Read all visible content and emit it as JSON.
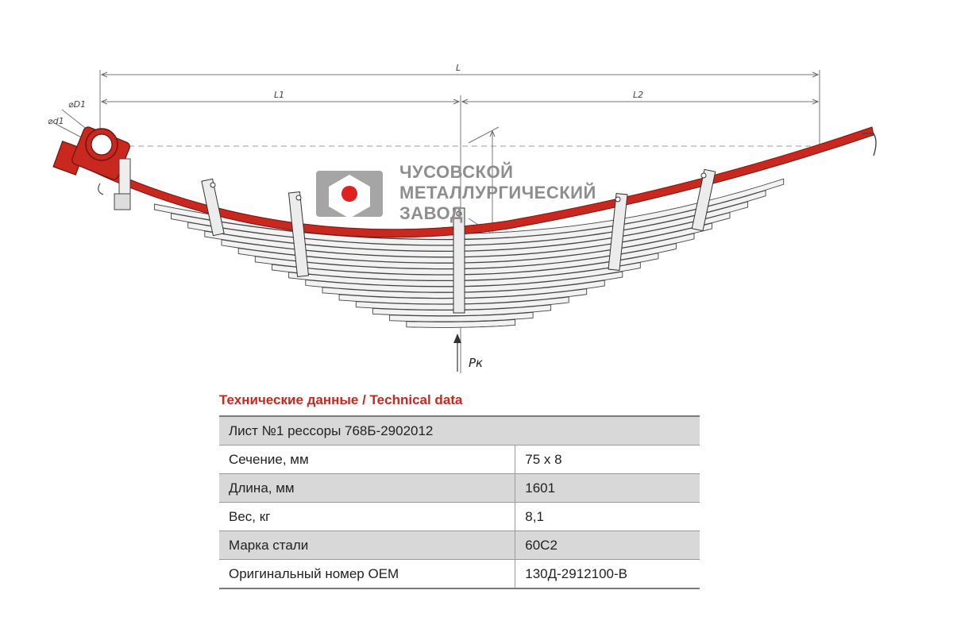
{
  "diagram": {
    "dimensions": {
      "L": "L",
      "L1": "L1",
      "L2": "L2",
      "D1": "⌀D1",
      "d1": "⌀d1",
      "load": "Pк"
    },
    "colors": {
      "main_leaf": "#c8281e",
      "leaf_stroke": "#444444",
      "leaf_fill": "#f2f2f2",
      "dim_line": "#777777",
      "logo_gray": "#8e8e8e",
      "logo_red": "#e02020"
    },
    "logo": {
      "line1": "ЧУСОВСКОЙ",
      "line2": "МЕТАЛЛУРГИЧЕСКИЙ",
      "line3": "ЗАВОД"
    }
  },
  "spec": {
    "title": "Технические данные / Technical data",
    "header": "Лист №1 рессоры 768Б-2902012",
    "rows": [
      {
        "label": "Сечение, мм",
        "value": "75 х 8"
      },
      {
        "label": "Длина, мм",
        "value": "1601"
      },
      {
        "label": "Вес, кг",
        "value": "8,1"
      },
      {
        "label": "Марка стали",
        "value": "60С2"
      },
      {
        "label": "Оригинальный номер OEM",
        "value": "130Д-2912100-В"
      }
    ]
  }
}
